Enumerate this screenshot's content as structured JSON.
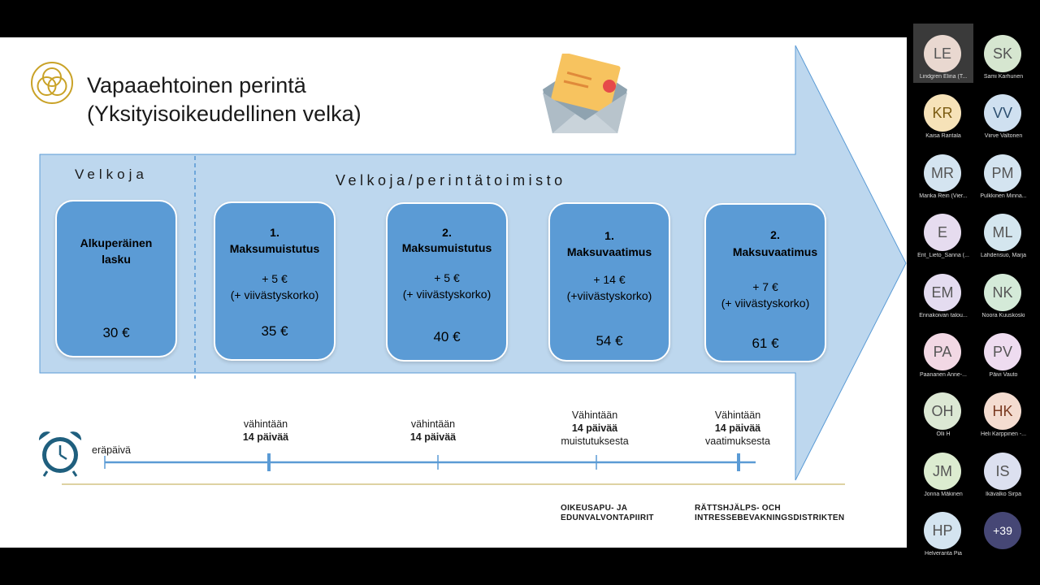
{
  "slide": {
    "title": "Vapaaehtoinen perintä",
    "subtitle": "(Yksityisoikeudellinen velka)",
    "creditor_label": "Velkoja",
    "agency_label": "Velkoja/perintätoimisto",
    "steps": [
      {
        "num": "",
        "name": "Alkuperäinen lasku",
        "fee": "",
        "fee_note": "",
        "amount": "30 €"
      },
      {
        "num": "1.",
        "name": "Maksumuistutus",
        "fee": "+ 5 €",
        "fee_note": "(+ viivästyskorko)",
        "amount": "35 €"
      },
      {
        "num": "2.",
        "name": "Maksumuistutus",
        "fee": "+ 5 €",
        "fee_note": "(+ viivästyskorko)",
        "amount": "40 €"
      },
      {
        "num": "1.",
        "name": "Maksuvaatimus",
        "fee": "+ 14 €",
        "fee_note": "(+viivästyskorko)",
        "amount": "54 €"
      },
      {
        "num": "2.",
        "name": "Maksuvaatimus",
        "fee": "+ 7 €",
        "fee_note": "(+ viivästyskorko)",
        "amount": "61 €"
      }
    ],
    "timeline": {
      "start": "eräpäivä",
      "t1_a": "vähintään",
      "t1_b": "14 päivää",
      "t2_a": "vähintään",
      "t2_b": "14 päivää",
      "t3_a": "Vähintään",
      "t3_b": "14 päivää",
      "t3_c": "muistutuksesta",
      "t4_a": "Vähintään",
      "t4_b": "14 päivää",
      "t4_c": "vaatimuksesta"
    },
    "org_fi_1": "OIKEUSAPU- JA",
    "org_fi_2": "EDUNVALVONTAPIIRIT",
    "org_sv_1": "RÄTTSHJÄLPS- OCH",
    "org_sv_2": "INTRESSEBEVAKNINGSDISTRIKTEN",
    "icons": [
      "triquetra-logo-icon",
      "envelope-letter-icon",
      "alarm-clock-icon"
    ],
    "colors": {
      "arrow": "#bdd7ee",
      "box": "#5b9bd5",
      "logo": "#c9a227",
      "clock": "#1f5f7e",
      "line": "#5b9bd5"
    }
  },
  "participants": [
    {
      "initials": "LE",
      "name": "Lindgren Elina (T...",
      "color": "#e9d8d0",
      "text": "#555"
    },
    {
      "initials": "SK",
      "name": "Sami Karhunen",
      "color": "#d6e6d0",
      "text": "#555"
    },
    {
      "initials": "KR",
      "name": "Kaisa Rantala",
      "color": "#f6e2b8",
      "text": "#7a5a10"
    },
    {
      "initials": "VV",
      "name": "Viirve Valtonen",
      "color": "#cfe0f0",
      "text": "#2d4f70"
    },
    {
      "initials": "MR",
      "name": "Marika Rein (Vier...",
      "color": "#d4e4f0",
      "text": "#555"
    },
    {
      "initials": "PM",
      "name": "Pulkkinen Minna...",
      "color": "#d4e4f0",
      "text": "#555"
    },
    {
      "initials": "E",
      "name": "Ent_Lieto_Sanna (...",
      "color": "#e6dcef",
      "text": "#555"
    },
    {
      "initials": "ML",
      "name": "Lahdensuo, Marja",
      "color": "#d4e6ef",
      "text": "#555"
    },
    {
      "initials": "EM",
      "name": "Ennakoivan talou...",
      "color": "#e4dcf0",
      "text": "#555"
    },
    {
      "initials": "NK",
      "name": "Noora Kuuskoski",
      "color": "#d4ead8",
      "text": "#555"
    },
    {
      "initials": "PA",
      "name": "Paananen Anne-...",
      "color": "#f2d8e4",
      "text": "#555"
    },
    {
      "initials": "PV",
      "name": "Päivi Vauto",
      "color": "#eedcf0",
      "text": "#555"
    },
    {
      "initials": "OH",
      "name": "Olli H",
      "color": "#dce8d4",
      "text": "#555"
    },
    {
      "initials": "HK",
      "name": "Heli Karppinen -...",
      "color": "#f4dcd0",
      "text": "#7a3a20"
    },
    {
      "initials": "JM",
      "name": "Jonna Mäkinen",
      "color": "#dcecd0",
      "text": "#555"
    },
    {
      "initials": "IS",
      "name": "Ikävalko Sirpa",
      "color": "#dce0f0",
      "text": "#555"
    },
    {
      "initials": "HP",
      "name": "Helveranta Pia",
      "color": "#d4e4f0",
      "text": "#555"
    },
    {
      "initials": "+39",
      "name": "",
      "color": "#464775",
      "text": "#fff"
    }
  ]
}
